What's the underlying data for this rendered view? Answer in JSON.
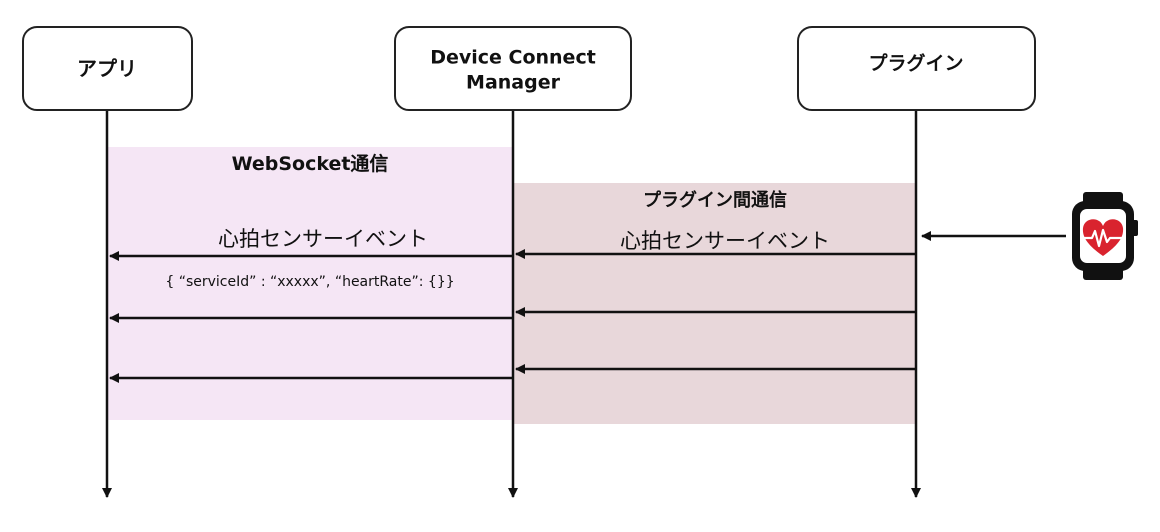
{
  "participants": {
    "app": {
      "label": "アプリ"
    },
    "manager": {
      "label_line1": "Device Connect",
      "label_line2": "Manager"
    },
    "plugin": {
      "label": "プラグイン"
    }
  },
  "regions": {
    "websocket": {
      "title": "WebSocket通信",
      "color": "#f5e6f5"
    },
    "interplugin": {
      "title": "プラグイン間通信",
      "color": "#e8d7da"
    }
  },
  "messages": {
    "event_label_left": "心拍センサーイベント",
    "event_label_right": "心拍センサーイベント",
    "payload": "{ “serviceId” : “xxxxx”, “heartRate”: {}}"
  },
  "device": {
    "icon": "smartwatch-heart-icon"
  },
  "colors": {
    "line": "#111111",
    "box_border": "#222222",
    "watch_body": "#111111",
    "heart": "#d9232e"
  }
}
